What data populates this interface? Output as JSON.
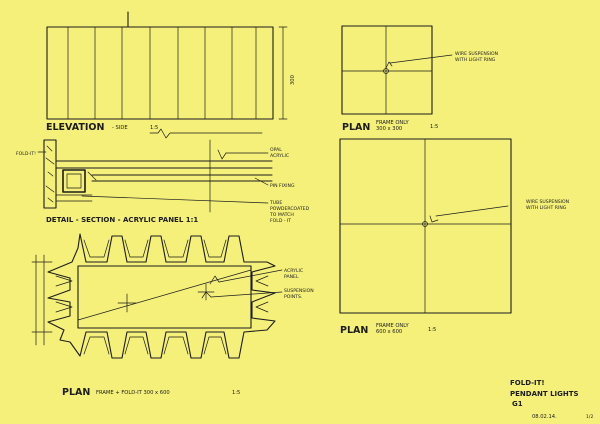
{
  "colors": {
    "paper": "#f4f07a",
    "ink": "#1d1d1d"
  },
  "elevation": {
    "title": "ELEVATION",
    "subtitle": "- SIDE",
    "scale": "1:5",
    "dimension": "300"
  },
  "detail_section": {
    "title": "DETAIL - SECTION - ACRYLIC PANEL 1:1",
    "labels": {
      "fold": "FOLD-IT!",
      "opal": "OPAL\nACRYLIC",
      "pin": "PIN FIXING",
      "tube": "TUBE\nPOWDERCOATED\nTO MATCH\nFOLD - IT"
    }
  },
  "plan_small": {
    "title": "PLAN",
    "subtitle": "FRAME ONLY\n300 x 300",
    "scale": "1:5",
    "note": "WIRE SUSPENSION\nWITH LIGHT RING"
  },
  "plan_large": {
    "title": "PLAN",
    "subtitle": "FRAME ONLY\n600 x 600",
    "scale": "1:5",
    "note": "WIRE SUSPENSION\nWITH LIGHT RING"
  },
  "plan_fold": {
    "title": "PLAN",
    "subtitle": "FRAME + FOLD-IT 300 x 600",
    "scale": "1:5",
    "labels": {
      "acrylic": "ACRYLIC\nPANEL",
      "points": "SUSPENSION\nPOINTS."
    }
  },
  "title_block": {
    "line1": "FOLD-IT!",
    "line2": "PENDANT LIGHTS",
    "line3": "G1",
    "date": "08.02.14.",
    "corner": "1/2"
  }
}
